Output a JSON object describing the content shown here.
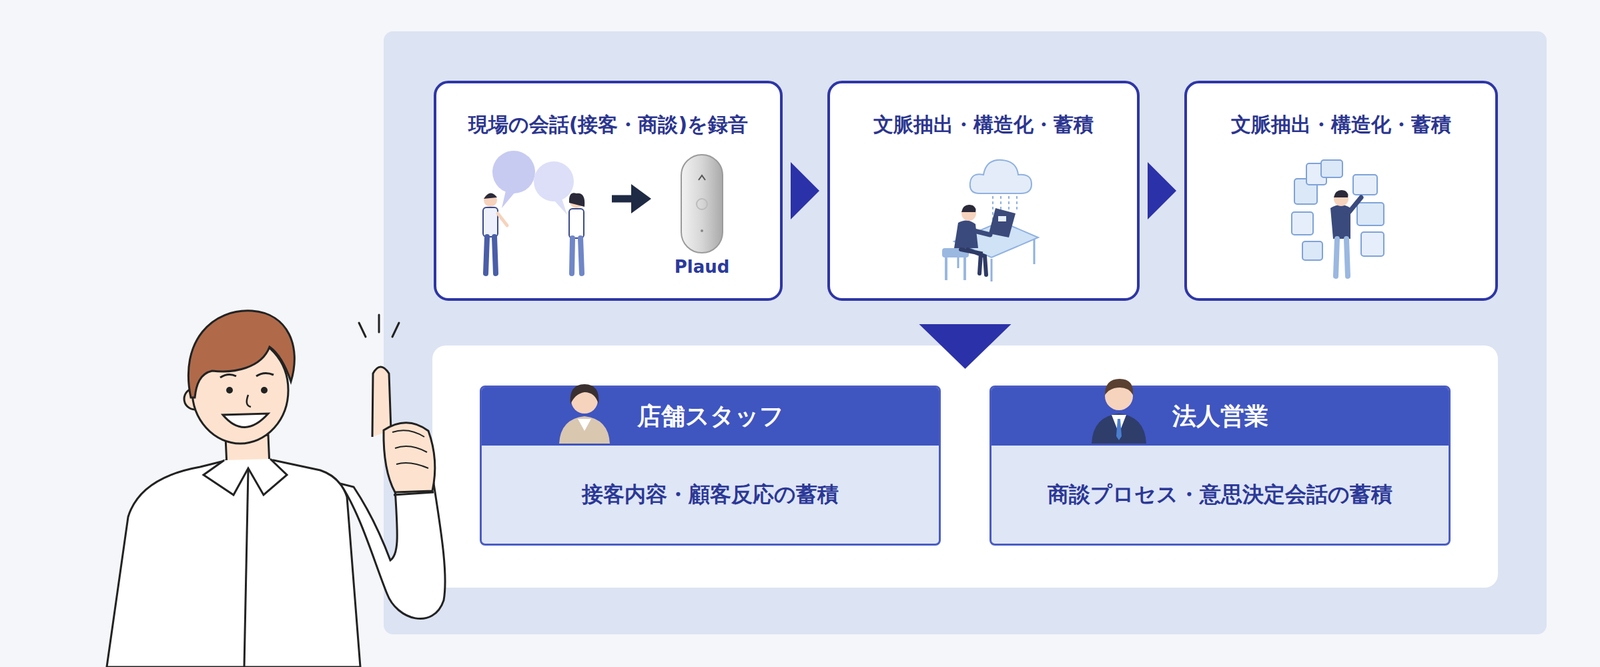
{
  "diagram": {
    "nodes": [
      {
        "text": [
          "現場の会話(接客・商談)を録音"
        ]
      },
      {
        "text": [
          "文脈抽出・構造化・蓄積"
        ]
      },
      {
        "text": [
          "文脈抽出・構造化・蓄積"
        ]
      },
      {
        "text": []
      },
      {
        "text": [
          "店舗スタッフ",
          "接客内容・顧客反応の蓄積"
        ],
        "in": 3
      },
      {
        "text": [
          "法人営業",
          "商談プロセス・意思決定会話の蓄積"
        ],
        "in": 3
      }
    ],
    "edges": [
      {
        "from": 0,
        "to": 1,
        "arrow": "to"
      },
      {
        "from": 1,
        "to": 2,
        "arrow": "to"
      },
      {
        "from": 1,
        "to": 3,
        "arrow": "to"
      }
    ],
    "labels": [
      "Plaud"
    ]
  }
}
